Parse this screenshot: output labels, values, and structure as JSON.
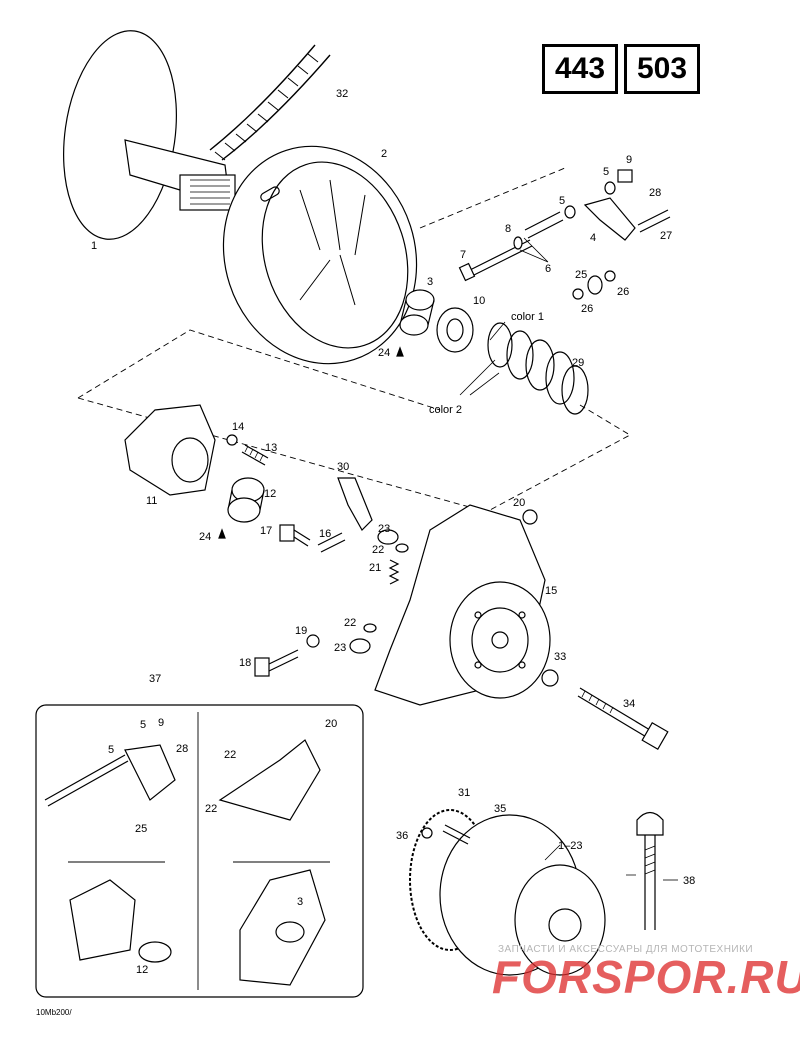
{
  "model_numbers": [
    "443",
    "503"
  ],
  "parts": {
    "p1": "1",
    "p2": "2",
    "p3": "3",
    "p4": "4",
    "p5": "5",
    "p6": "6",
    "p7": "7",
    "p8": "8",
    "p9": "9",
    "p10": "10",
    "p11": "11",
    "p12": "12",
    "p13": "13",
    "p14": "14",
    "p15": "15",
    "p16": "16",
    "p17": "17",
    "p18": "18",
    "p19": "19",
    "p20": "20",
    "p21": "21",
    "p22": "22",
    "p23": "23",
    "p24": "24",
    "p25": "25",
    "p26": "26",
    "p27": "27",
    "p28": "28",
    "p29": "29",
    "p30": "30",
    "p31": "31",
    "p32": "32",
    "p33": "33",
    "p34": "34",
    "p35": "35",
    "p36": "36",
    "p37": "37",
    "p38": "38",
    "p1_23": "1–23"
  },
  "color_labels": {
    "color1": "color 1",
    "color2": "color 2"
  },
  "footer_code": "10Mb200/",
  "watermark": {
    "text": "ЗАПЧАСТИ И АКСЕССУАРЫ ДЛЯ МОТОТЕХНИКИ",
    "logo": "FORSPOR.RU"
  }
}
